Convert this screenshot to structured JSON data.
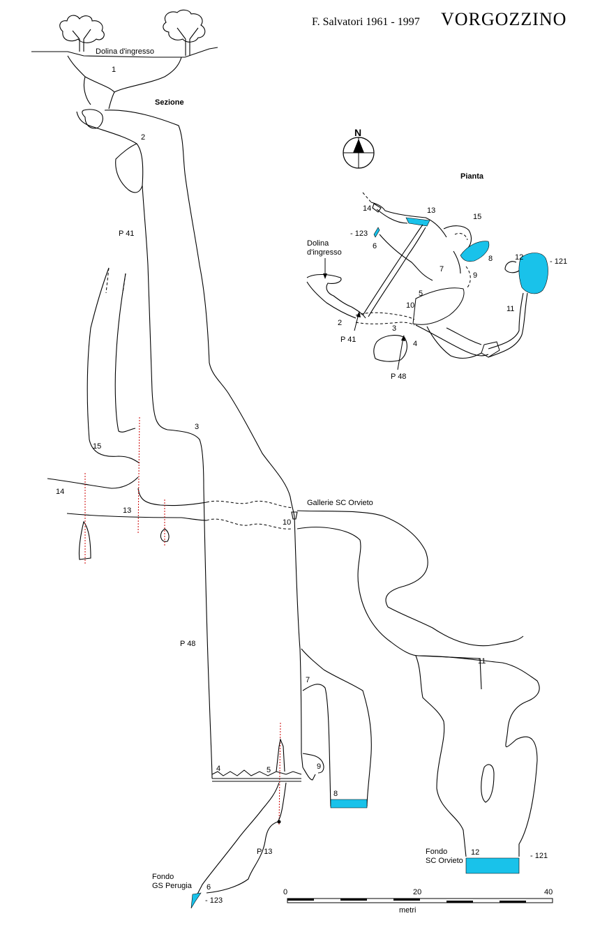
{
  "title": {
    "author": "F. Salvatori 1961 - 1997",
    "cave_name": "VORGOZZINO"
  },
  "section": {
    "heading": "Sezione",
    "labels": {
      "dolina": "Dolina d'ingresso",
      "n1": "1",
      "n2": "2",
      "p41": "P 41",
      "n3": "3",
      "n15": "15",
      "n14": "14",
      "n13": "13",
      "gallerie": "Gallerie SC Orvieto",
      "n10": "10",
      "p48": "P 48",
      "n11": "11",
      "n7": "7",
      "n4": "4",
      "n5": "5",
      "n9": "9",
      "n8": "8",
      "p13": "P 13",
      "fondo_gs_1": "Fondo",
      "fondo_gs_2": "GS Perugia",
      "n6": "6",
      "depth_123": "- 123",
      "fondo_sc_1": "Fondo",
      "fondo_sc_2": "SC Orvieto",
      "n12": "12",
      "depth_121": "- 121"
    }
  },
  "plan": {
    "heading": "Pianta",
    "north": "N",
    "labels": {
      "n14": "14",
      "n13": "13",
      "n15": "15",
      "depth_123": "- 123",
      "n6": "6",
      "dolina_1": "Dolina",
      "dolina_2": "d'ingresso",
      "n8": "8",
      "n12": "12",
      "depth_121": "- 121",
      "n7": "7",
      "n9": "9",
      "n5": "5",
      "n10": "10",
      "n11": "11",
      "n2": "2",
      "n3": "3",
      "p41": "P 41",
      "n4": "4",
      "p48": "P 48"
    }
  },
  "scale": {
    "ticks": [
      "0",
      "20",
      "40"
    ],
    "unit": "metri"
  },
  "colors": {
    "water": "#19c2ea",
    "ink": "#000000",
    "survey_line": "#cc0000"
  }
}
